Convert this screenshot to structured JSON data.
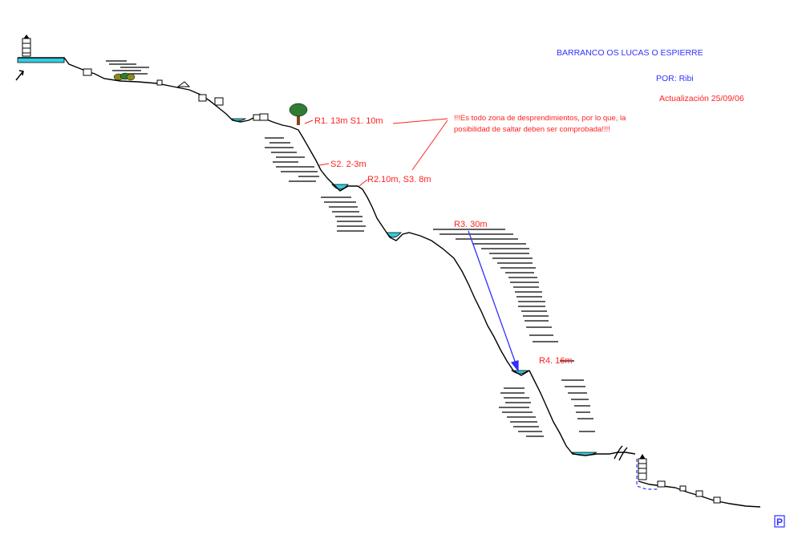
{
  "title": "BARRANCO OS LUCAS O ESPIERRE",
  "author": "POR: Ribi",
  "updated": "Actualización 25/09/06",
  "warning_line1": "!!!Es todo zona de desprendimientos, por lo que, la",
  "warning_line2": "posibilidad de saltar deben ser comprobada!!!!",
  "labels": {
    "r1_s1": "R1. 13m  S1. 10m",
    "s2": "S2. 2-3m",
    "r2_s3": "R2.10m, S3. 8m",
    "r3": "R3. 30m",
    "r4": "R4. 16m"
  },
  "parking_symbol": "P",
  "colors": {
    "profile": "#000000",
    "pool": "#33ccdd",
    "annotation_red": "#ff2020",
    "title_blue": "#3030ff",
    "rappel_arrow": "#3030ff",
    "tree_canopy": "#2e7d32",
    "tree_trunk": "#8b4513"
  },
  "icons": [
    "start-tower-icon",
    "hiker-arrow-icon",
    "bushes-icon",
    "tree-icon",
    "end-tower-icon",
    "parking-icon"
  ]
}
